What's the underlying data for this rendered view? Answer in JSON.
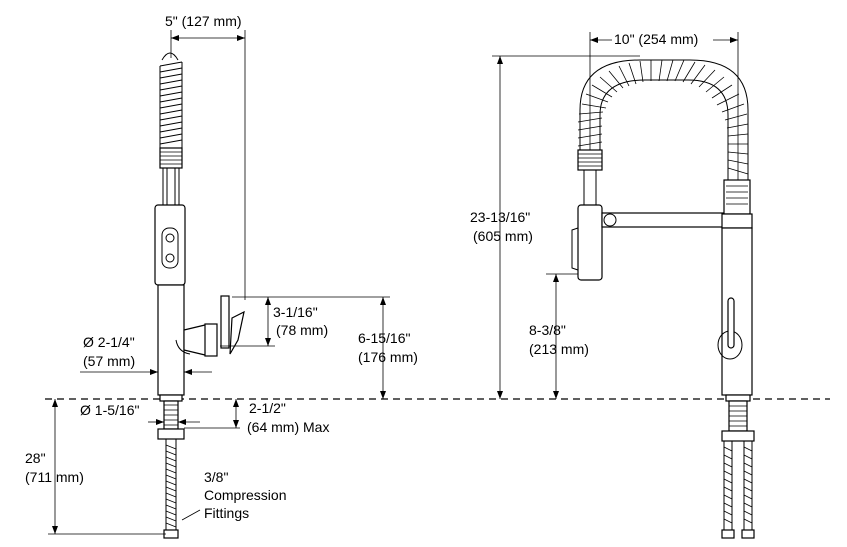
{
  "side_view": {
    "width_top": "5\" (127 mm)",
    "handle_height_in": "3-1/16\"",
    "handle_height_mm": "(78 mm)",
    "handle_base_in": "6-15/16\"",
    "handle_base_mm": "(176 mm)",
    "base_dia_in": "Ø 2-1/4\"",
    "base_dia_mm": "(57 mm)",
    "hole_dia": "Ø 1-5/16\"",
    "deck_in": "2-1/2\"",
    "deck_mm": "(64 mm) Max",
    "total_in": "28\"",
    "total_mm": "(711 mm)",
    "fittings_line1": "3/8\"",
    "fittings_line2": "Compression",
    "fittings_line3": "Fittings"
  },
  "front_view": {
    "reach": "10\" (254 mm)",
    "height_in": "23-13/16\"",
    "height_mm": "(605 mm)",
    "spout_in": "8-3/8\"",
    "spout_mm": "(213 mm)"
  }
}
